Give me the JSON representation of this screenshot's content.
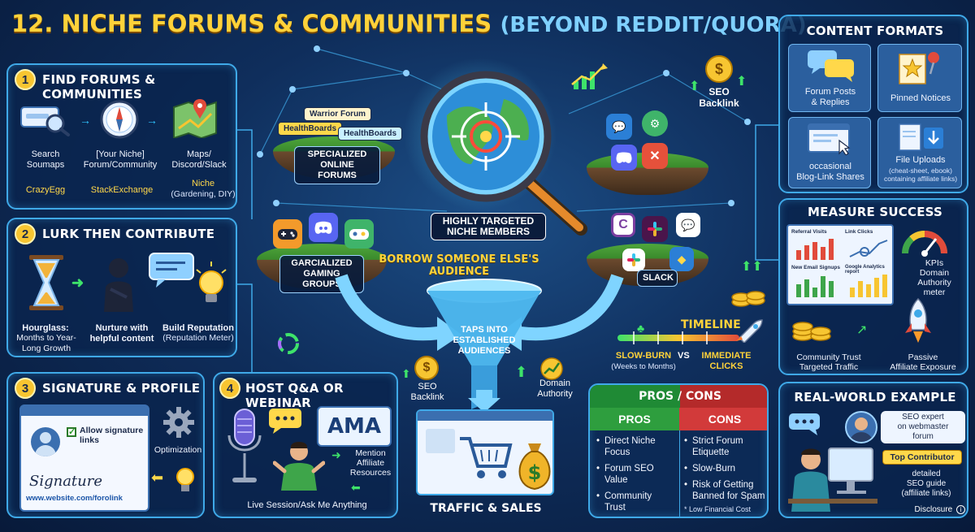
{
  "title": {
    "main": "12. NICHE FORUMS & COMMUNITIES",
    "sub": "(BEYOND REDDIT/QUORA)"
  },
  "panel1": {
    "number": "1",
    "title": "FIND FORUMS & COMMUNITIES",
    "items": [
      {
        "label": "Search\nSoumaps",
        "icon": "search-icon"
      },
      {
        "label": "[Your Niche]\nForum/Community",
        "icon": "compass-icon"
      },
      {
        "label": "Maps/\nDiscord/Slack",
        "icon": "map-icon"
      }
    ],
    "tags": [
      "CrazyEgg",
      "StackExchange",
      "Niche",
      "(Gardening, DIY)"
    ]
  },
  "panel2": {
    "number": "2",
    "title": "LURK THEN CONTRIBUTE",
    "items": [
      {
        "label": "Hourglass:",
        "sub": "Months to Year-\nLong Growth"
      },
      {
        "label": "Nurture with\nhelpful content"
      },
      {
        "label": "Build Reputation",
        "sub": "(Reputation Meter)"
      }
    ]
  },
  "panel3": {
    "number": "3",
    "title": "SIGNATURE & PROFILE",
    "checkbox_label": "Allow signature\nlinks",
    "optimization": "Optimization",
    "signature": "Signature",
    "url": "www.website.com/forolink"
  },
  "panel4": {
    "number": "4",
    "title": "HOST Q&A OR WEBINAR",
    "ama": "AMA",
    "mention": "Mention\nAffiliate\nResources",
    "caption": "Live Session/Ask Me Anything"
  },
  "center": {
    "warrior_forum": "Warrior Forum",
    "healthboards_1": "HealthBoards",
    "healthboards_2": "HealthBoards",
    "specialized": "SPECIALIZED\nONLINE FORUMS",
    "gaming": "GARCIALIZED\nGAMING GROUPS",
    "target_label": "HIGHLY TARGETED\nNICHE MEMBERS",
    "borrow": "BORROW SOMEONE ELSE'S\nAUDIENCE",
    "seo_backlink_top": "SEO\nBacklink",
    "slack": "SLACK",
    "funnel_text": "TAPS INTO\nESTABLISHED\nAUDIENCES",
    "seo_backlink_left": "SEO\nBacklink",
    "domain_authority": "Domain\nAuthority",
    "traffic": "TRAFFIC & SALES"
  },
  "timeline": {
    "title": "TIMELINE",
    "slow": "SLOW-BURN",
    "slow_sub": "(Weeks to Months)",
    "vs": "VS",
    "immediate": "IMMEDIATE\nCLICKS"
  },
  "content_formats": {
    "title": "CONTENT FORMATS",
    "items": [
      {
        "label": "Forum Posts\n& Replies"
      },
      {
        "label": "Pinned Notices"
      },
      {
        "label": "occasional\nBlog-Link Shares"
      },
      {
        "label": "File Uploads",
        "sub": "(cheat-sheet, ebook)\ncontaining affiliate links)"
      }
    ]
  },
  "measure": {
    "title": "MEASURE SUCCESS",
    "dash_labels": [
      "Referral Visits",
      "Link Clicks",
      "New Email Signups",
      "Google Analytics report"
    ],
    "kpis": "KPIs\nDomain\nAuthority\nmeter",
    "trust": "Community Trust\nTargeted Traffic",
    "passive": "Passive\nAffiliate Exposure"
  },
  "pros_cons": {
    "title": "PROS / CONS",
    "pros_head": "PROS",
    "cons_head": "CONS",
    "pros": [
      "Direct Niche\nFocus",
      "Forum SEO\nValue",
      "Community\nTrust"
    ],
    "cons": [
      "Strict Forum\nEtiquette",
      "Slow-Burn",
      "Risk of Getting\nBanned for Spam"
    ],
    "note": "* Low Financial Cost"
  },
  "real_world": {
    "title": "REAL-WORLD EXAMPLE",
    "bubble": "SEO expert\non webmaster\nforum",
    "badge": "Top Contributor",
    "detail": "detailed\nSEO guide\n(affiliate links)",
    "disclosure": "Disclosure"
  },
  "colors": {
    "accent_yellow": "#f7c531",
    "border_blue": "#3fa9e8",
    "pros_green": "#2e9e3e",
    "cons_red": "#d23a3a"
  }
}
